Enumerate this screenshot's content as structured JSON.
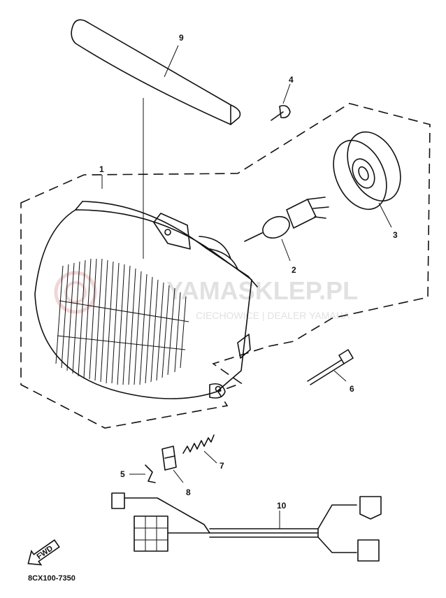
{
  "diagram": {
    "callouts": [
      "1",
      "2",
      "3",
      "4",
      "5",
      "6",
      "7",
      "8",
      "9",
      "10"
    ],
    "diagram_code": "8CX100-7350",
    "direction_arrow_label": "FWD"
  },
  "watermark": {
    "brand": "YAMASKLEP.PL",
    "tagline": "CIECHOWICE | DEALER YAMAHA"
  }
}
